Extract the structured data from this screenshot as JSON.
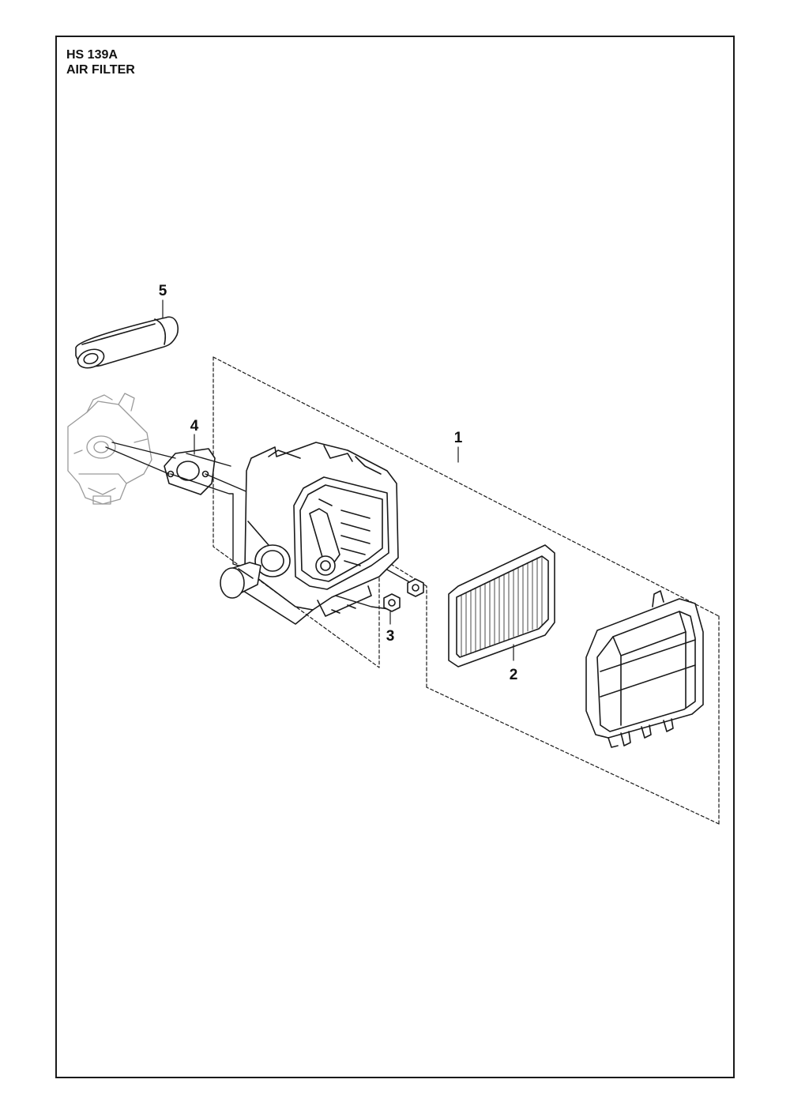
{
  "header": {
    "model": "HS 139A",
    "section": "AIR FILTER"
  },
  "callouts": [
    {
      "id": "1",
      "label": "1"
    },
    {
      "id": "2",
      "label": "2"
    },
    {
      "id": "3",
      "label": "3"
    },
    {
      "id": "4",
      "label": "4"
    },
    {
      "id": "5",
      "label": "5"
    }
  ],
  "parts": [
    {
      "callout": "1",
      "icon": "air-filter-housing-icon"
    },
    {
      "callout": "2",
      "icon": "filter-element-icon"
    },
    {
      "callout": "3",
      "icon": "nut-icon"
    },
    {
      "callout": "4",
      "icon": "gasket-icon"
    },
    {
      "callout": "5",
      "icon": "breather-hose-icon"
    }
  ],
  "colors": {
    "line": "#1a1a1a",
    "ghost_line": "#9a9a9a",
    "background": "#ffffff"
  }
}
